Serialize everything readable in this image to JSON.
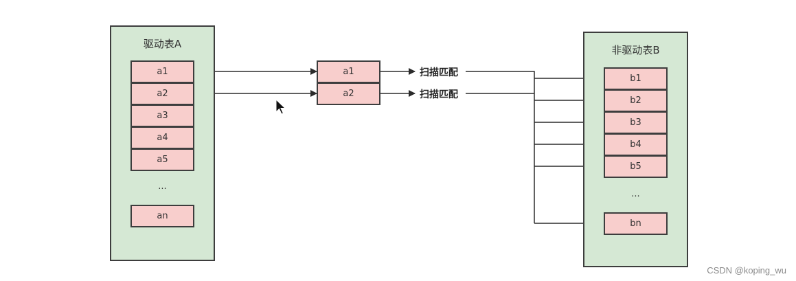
{
  "driving_table": {
    "title": "驱动表A",
    "rows": [
      "a1",
      "a2",
      "a3",
      "a4",
      "a5"
    ],
    "ellipsis": "...",
    "last_row": "an"
  },
  "middle_buffer": {
    "rows": [
      "a1",
      "a2"
    ]
  },
  "match_labels": [
    "扫描匹配",
    "扫描匹配"
  ],
  "driven_table": {
    "title": "非驱动表B",
    "rows": [
      "b1",
      "b2",
      "b3",
      "b4",
      "b5"
    ],
    "ellipsis": "...",
    "last_row": "bn"
  },
  "watermark": "CSDN @koping_wu",
  "colors": {
    "table_fill": "#d5e8d4",
    "cell_fill": "#f8cecc",
    "border": "#3d3d3d",
    "arrow": "#2b2b2b"
  },
  "icons": [
    "mouse-pointer-icon"
  ]
}
